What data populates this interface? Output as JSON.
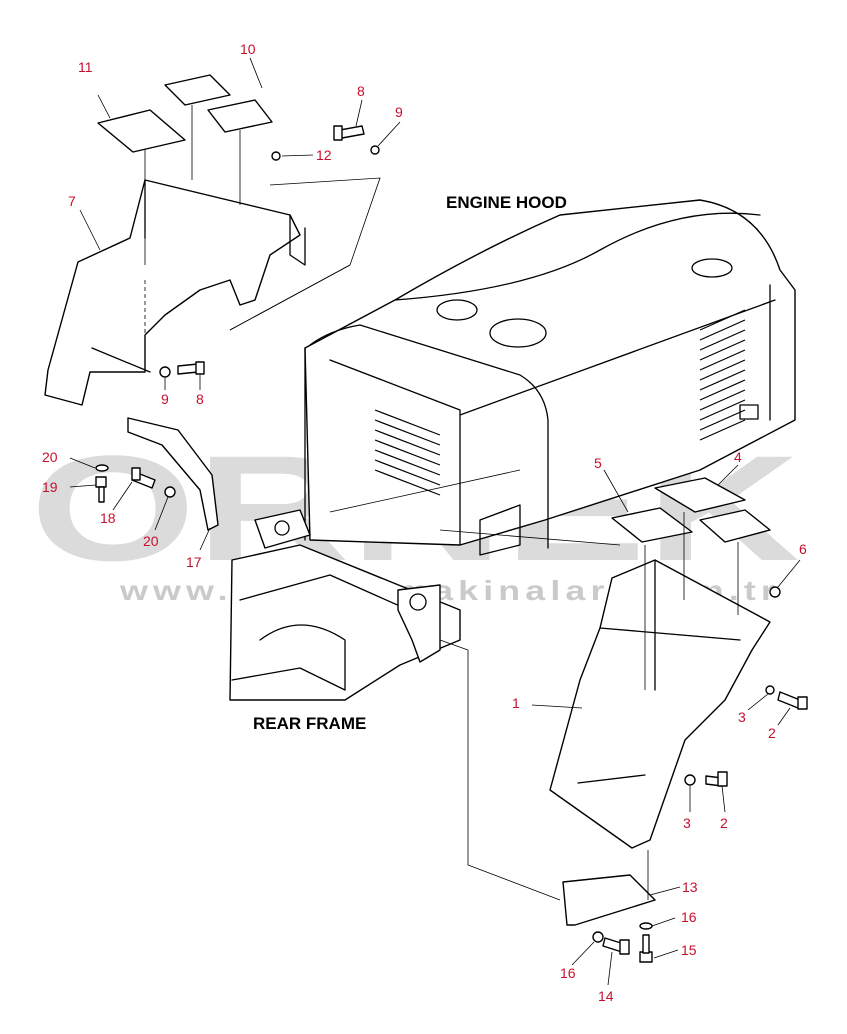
{
  "headings": {
    "engine_hood": "ENGINE HOOD",
    "rear_frame": "REAR FRAME"
  },
  "watermark": {
    "logo_text": "ORNEK",
    "url": "www.ornekismakinalari.com.tr",
    "color": "#bfbfbf"
  },
  "callouts": {
    "c1": "1",
    "c2a": "2",
    "c2b": "2",
    "c3a": "3",
    "c3b": "3",
    "c4": "4",
    "c5": "5",
    "c6": "6",
    "c7": "7",
    "c8a": "8",
    "c8b": "8",
    "c9a": "9",
    "c9b": "9",
    "c10": "10",
    "c11": "11",
    "c12": "12",
    "c13": "13",
    "c14": "14",
    "c15": "15",
    "c16a": "16",
    "c16b": "16",
    "c17": "17",
    "c18": "18",
    "c19": "19",
    "c20a": "20",
    "c20b": "20"
  },
  "colors": {
    "callout": "#c8102e",
    "line": "#000000",
    "watermark": "#bfbfbf"
  }
}
